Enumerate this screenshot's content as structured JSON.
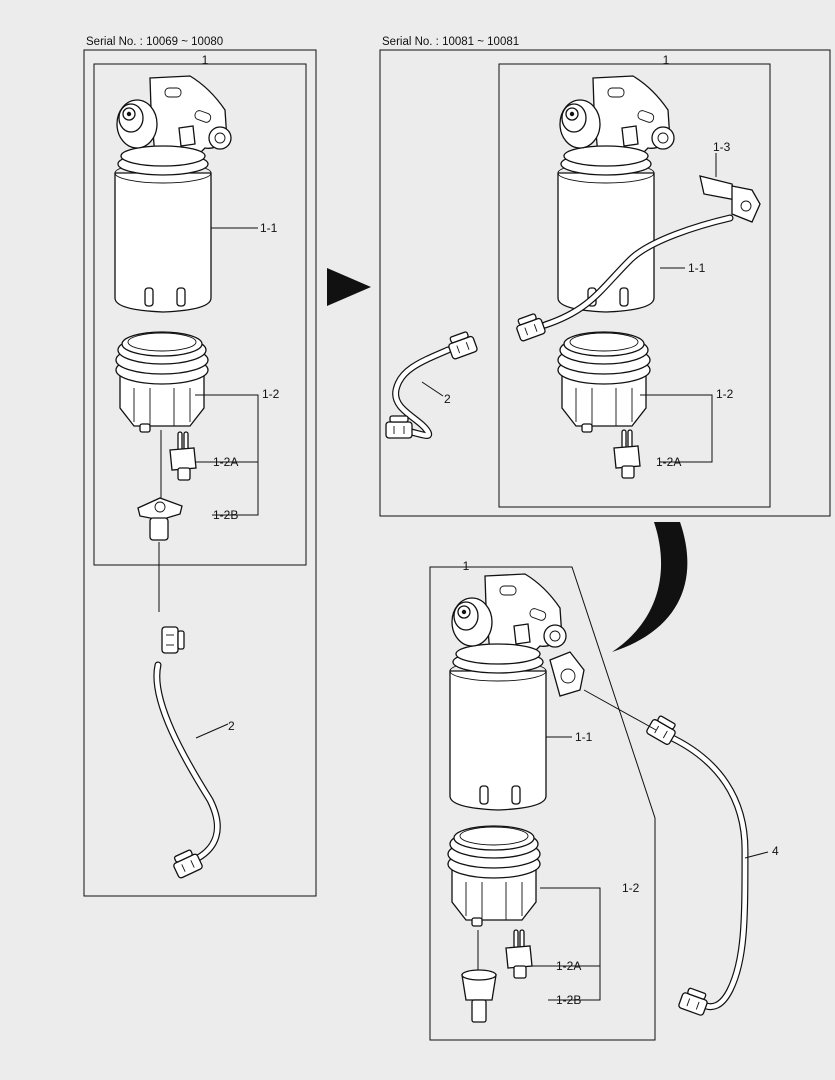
{
  "panels": {
    "left": {
      "serial": "Serial No. : 10069 ~ 10080",
      "labels": {
        "assy": "1",
        "filter": "1-1",
        "cap": "1-2",
        "sensor_a": "1-2A",
        "sensor_b": "1-2B",
        "harness": "2"
      }
    },
    "right": {
      "serial": "Serial No. : 10081 ~ 10081",
      "labels": {
        "assy": "1",
        "connector": "1-3",
        "filter": "1-1",
        "cap": "1-2",
        "sensor_a": "1-2A",
        "harness": "2"
      }
    },
    "bottom": {
      "labels": {
        "assy": "1",
        "filter": "1-1",
        "cap": "1-2",
        "sensor_a": "1-2A",
        "sensor_b": "1-2B",
        "harness": "4"
      }
    }
  },
  "icons": {
    "transition_arrow": "right-arrow-icon",
    "transition_curve": "curved-arrow-icon"
  }
}
